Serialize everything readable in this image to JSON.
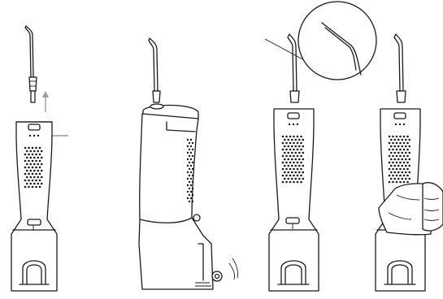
{
  "figure": {
    "panels": [
      {
        "id": "detach-nozzle",
        "icons": [
          "nozzle-icon",
          "arrow-up-icon",
          "arrow-left-icon"
        ]
      },
      {
        "id": "side-view-reservoir",
        "icons": [
          "water-drop-icon"
        ]
      },
      {
        "id": "nozzle-detail",
        "icons": [
          "magnifier-circle-icon"
        ]
      },
      {
        "id": "wipe-device",
        "icons": [
          "hand-with-cloth-icon"
        ]
      }
    ],
    "colors": {
      "line": "#1a1a1a",
      "arrow": "#9a9a9a",
      "background": "#ffffff"
    }
  }
}
